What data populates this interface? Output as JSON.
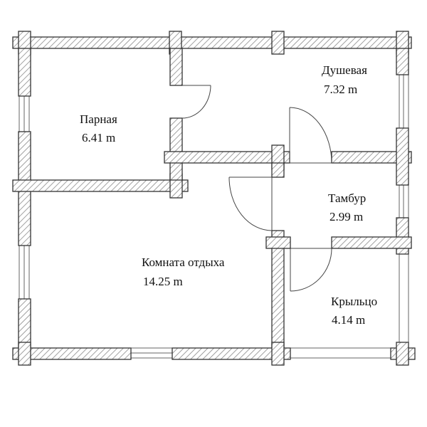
{
  "colors": {
    "wall_fill": "#ffffff",
    "wall_stroke": "#333333",
    "hatch": "#8a8a8a",
    "door_arc": "#444444",
    "window_line": "#666666",
    "text": "#111111"
  },
  "rooms": [
    {
      "id": "steam",
      "name": "Парная",
      "area": "6.41 m"
    },
    {
      "id": "shower",
      "name": "Душевая",
      "area": "7.32 m"
    },
    {
      "id": "vestibule",
      "name": "Тамбур",
      "area": "2.99 m"
    },
    {
      "id": "rest",
      "name": "Комната отдыха",
      "area": "14.25 m"
    },
    {
      "id": "porch",
      "name": "Крыльцо",
      "area": "4.14 m"
    }
  ]
}
